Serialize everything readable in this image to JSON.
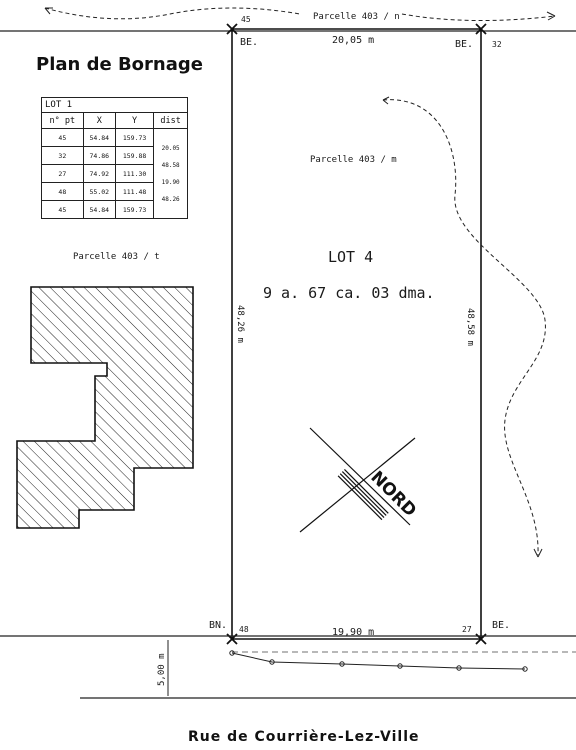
{
  "title": "Plan de Bornage",
  "street": "Rue de Courrière-Lez-Ville",
  "table": {
    "lot": "LOT 1",
    "headers": [
      "n° pt",
      "X",
      "Y",
      "dist"
    ],
    "rows": [
      {
        "pt": "45",
        "x": "54.84",
        "y": "159.73"
      },
      {
        "pt": "32",
        "x": "74.86",
        "y": "159.88"
      },
      {
        "pt": "27",
        "x": "74.92",
        "y": "111.30"
      },
      {
        "pt": "48",
        "x": "55.02",
        "y": "111.48"
      },
      {
        "pt": "45",
        "x": "54.84",
        "y": "159.73"
      }
    ],
    "distances": [
      "20.05",
      "48.58",
      "19.90",
      "48.26"
    ]
  },
  "parcels": {
    "top": "Parcelle 403 / n",
    "inner": "Parcelle 403 / m",
    "left": "Parcelle 403 / t"
  },
  "lot": {
    "name": "LOT 4",
    "area": "9 a. 67 ca. 03 dma."
  },
  "dimensions": {
    "top": "20,05 m",
    "bottom": "19,90 m",
    "left": "48,26 m",
    "right": "48,58 m",
    "road_width": "5,00 m"
  },
  "points": {
    "top_left": "45",
    "top_right": "32",
    "bottom_left": "48",
    "bottom_right": "27"
  },
  "markers": {
    "top_left": "BE.",
    "top_right": "BE.",
    "bottom_left": "BN.",
    "bottom_right": "BE."
  },
  "north_label": "NORD"
}
